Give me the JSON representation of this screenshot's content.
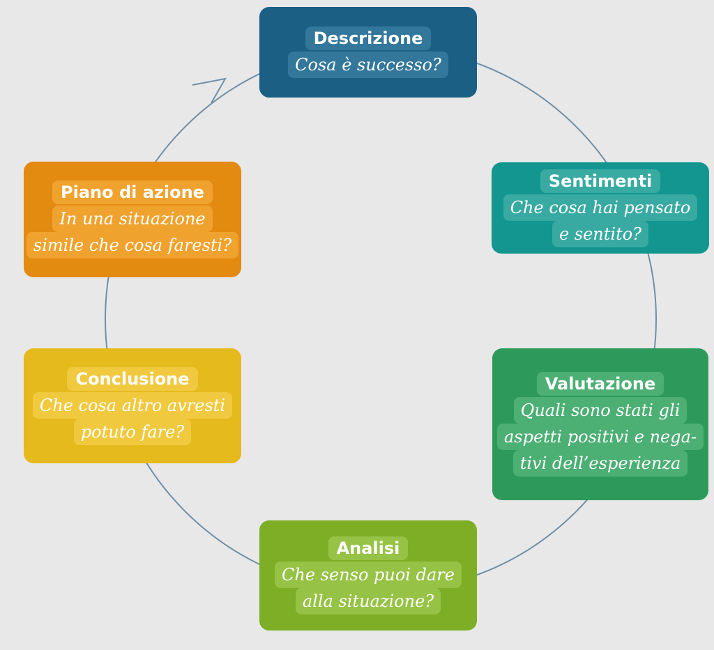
{
  "cycle": {
    "line_color": "#6f8fa6",
    "steps": [
      {
        "id": "descrizione",
        "title": "Descrizione",
        "question_lines": [
          "Cosa è successo?"
        ],
        "color": "#1c5f84"
      },
      {
        "id": "sentimenti",
        "title": "Sentimenti",
        "question_lines": [
          "Che cosa hai pensato",
          "e sentito?"
        ],
        "color": "#12968f"
      },
      {
        "id": "valutazione",
        "title": "Valutazione",
        "question_lines": [
          "Quali sono stati gli",
          "aspetti positivi e nega-",
          "tivi dell’esperienza"
        ],
        "color": "#2d9a5c"
      },
      {
        "id": "analisi",
        "title": "Analisi",
        "question_lines": [
          "Che senso puoi dare",
          "alla situazione?"
        ],
        "color": "#7dae26"
      },
      {
        "id": "conclusione",
        "title": "Conclusione",
        "question_lines": [
          "Che cosa altro avresti",
          "potuto fare?"
        ],
        "color": "#e5ba1c"
      },
      {
        "id": "piano",
        "title": "Piano di azione",
        "question_lines": [
          "In una situazione",
          "simile che cosa faresti?"
        ],
        "color": "#e38a10"
      }
    ]
  }
}
